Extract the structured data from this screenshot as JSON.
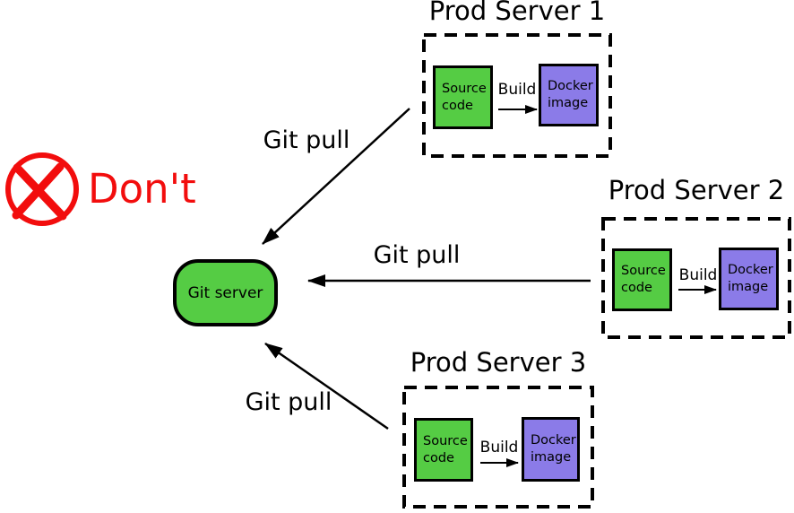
{
  "colors": {
    "node_green": "#55CC44",
    "node_purple": "#8B7BE8",
    "warning_red": "#F20D0D"
  },
  "annotation": {
    "dont_label": "Don't"
  },
  "git_server": {
    "label": "Git server"
  },
  "connections": {
    "git_pull_1": "Git pull",
    "git_pull_2": "Git pull",
    "git_pull_3": "Git pull"
  },
  "servers": [
    {
      "title": "Prod Server 1",
      "source_code": "Source code",
      "build": "Build",
      "docker_image": "Docker image"
    },
    {
      "title": "Prod Server 2",
      "source_code": "Source code",
      "build": "Build",
      "docker_image": "Docker image"
    },
    {
      "title": "Prod Server 3",
      "source_code": "Source code",
      "build": "Build",
      "docker_image": "Docker image"
    }
  ]
}
